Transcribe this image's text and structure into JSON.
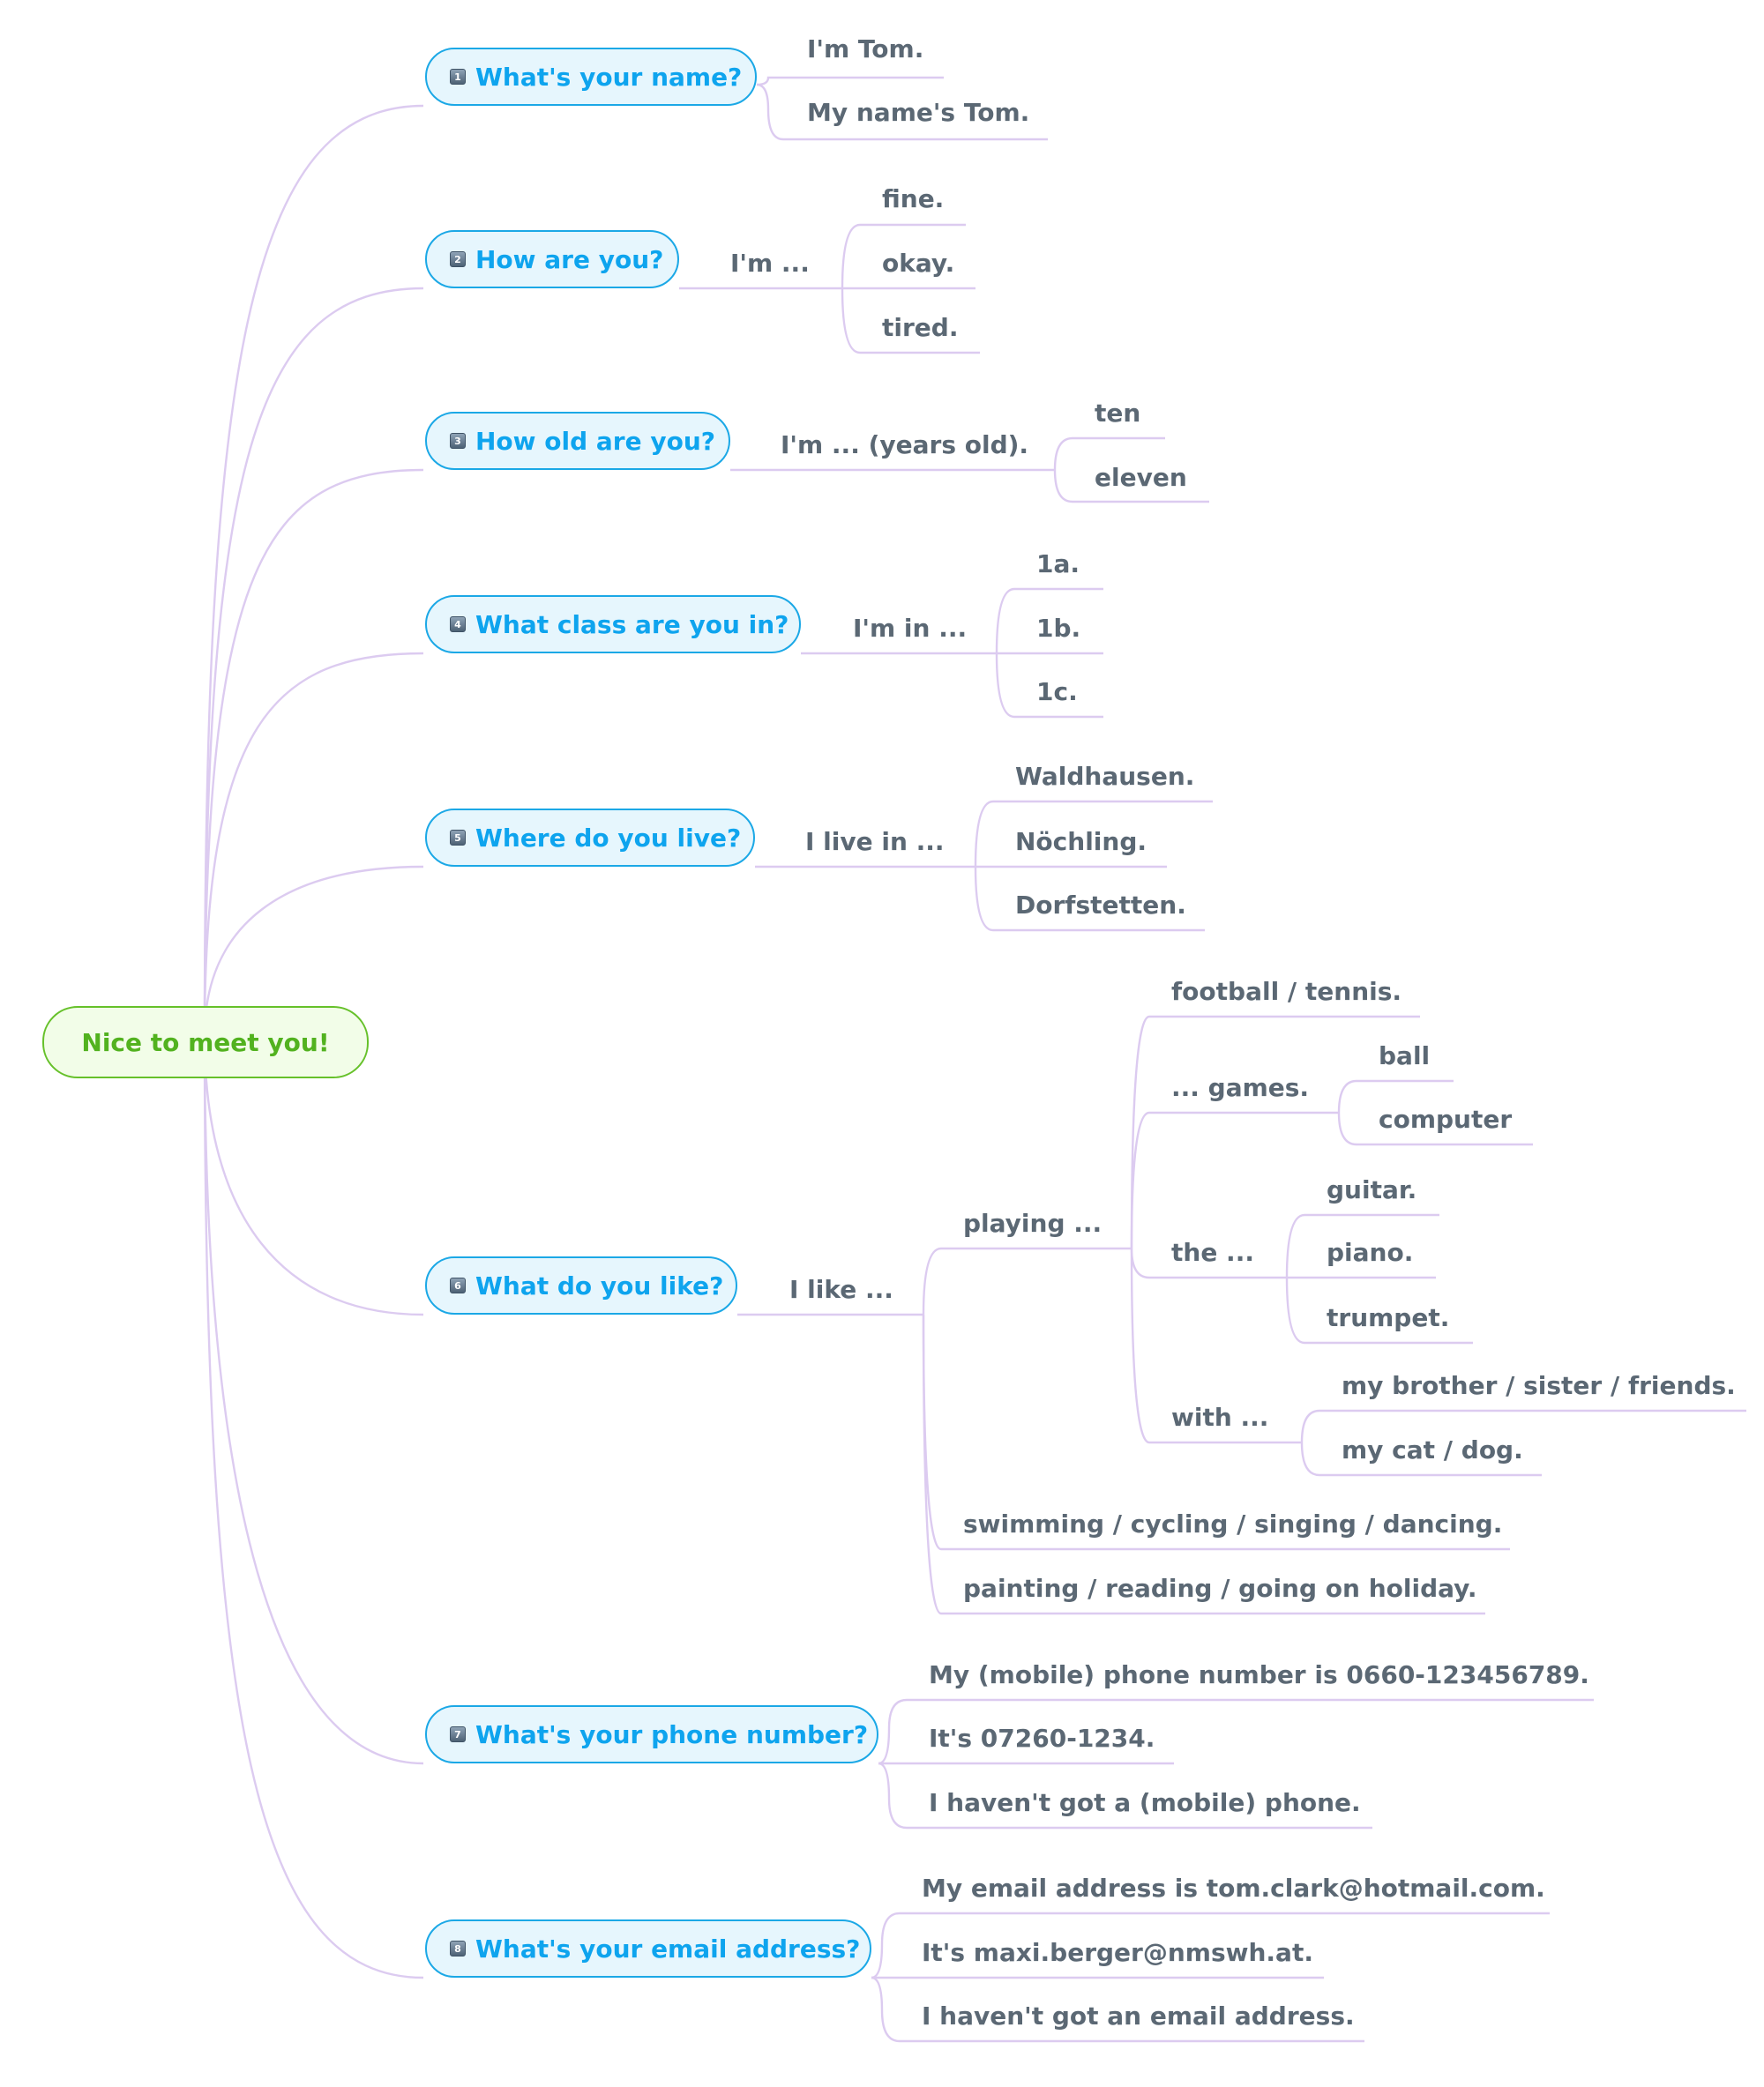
{
  "root": "Nice to meet you!",
  "colors": {
    "root_border": "#66c12a",
    "question_text": "#0ea4ee",
    "answer_text": "#5b6874",
    "branch_line": "#dccbf0"
  },
  "branches": [
    {
      "number": "1",
      "question": "What's your name?",
      "answers": [
        "I'm Tom.",
        "My name's Tom."
      ]
    },
    {
      "number": "2",
      "question": "How are you?",
      "stem": "I'm ...",
      "options": [
        "fine.",
        "okay.",
        "tired."
      ]
    },
    {
      "number": "3",
      "question": "How old are you?",
      "stem": "I'm ... (years old).",
      "options": [
        "ten",
        "eleven"
      ]
    },
    {
      "number": "4",
      "question": "What class are you in?",
      "stem": "I'm in ...",
      "options": [
        "1a.",
        "1b.",
        "1c."
      ]
    },
    {
      "number": "5",
      "question": "Where do you live?",
      "stem": "I live in ...",
      "options": [
        "Waldhausen.",
        "Nöchling.",
        "Dorfstetten."
      ]
    },
    {
      "number": "6",
      "question": "What do you like?",
      "stem": "I like ...",
      "playing": {
        "label": "playing ...",
        "football": "football / tennis.",
        "games": {
          "label": "... games.",
          "options": [
            "ball",
            "computer"
          ]
        },
        "the": {
          "label": "the ...",
          "options": [
            "guitar.",
            "piano.",
            "trumpet."
          ]
        },
        "with": {
          "label": "with ...",
          "options": [
            "my brother / sister / friends.",
            "my cat / dog."
          ]
        }
      },
      "others": [
        "swimming / cycling / singing / dancing.",
        "painting / reading / going on holiday."
      ]
    },
    {
      "number": "7",
      "question": "What's your phone number?",
      "answers": [
        "My (mobile) phone number is 0660-123456789.",
        "It's 07260-1234.",
        "I haven't got a (mobile) phone."
      ]
    },
    {
      "number": "8",
      "question": "What's your email address?",
      "answers": [
        "My email address is tom.clark@hotmail.com.",
        "It's maxi.berger@nmswh.at.",
        "I haven't got an email address."
      ]
    }
  ]
}
